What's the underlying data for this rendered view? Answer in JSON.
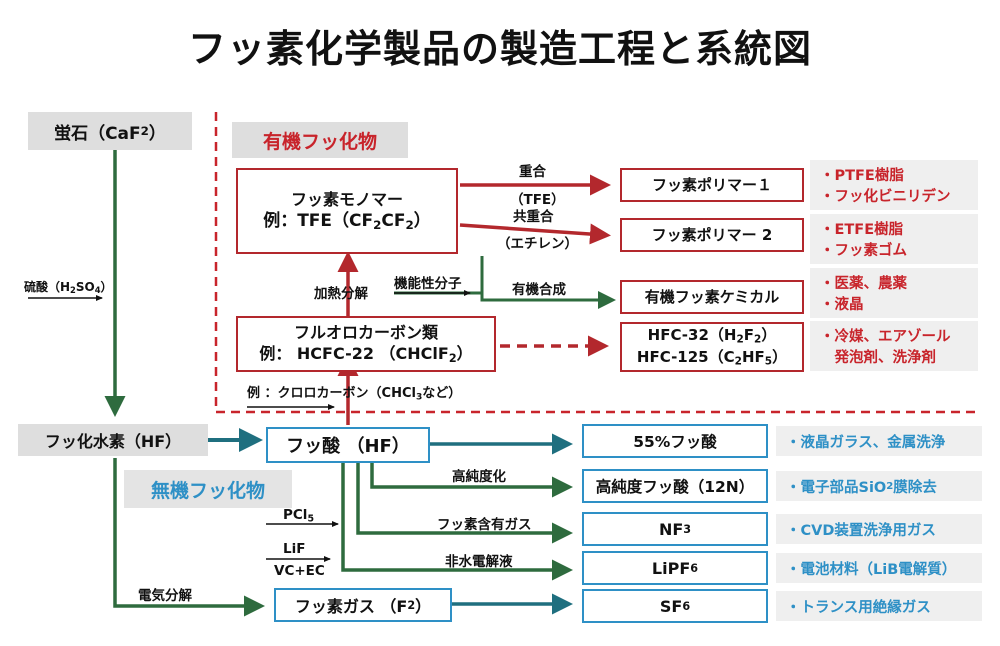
{
  "title": "フッ素化学製品の製造工程と系統図",
  "sections": {
    "organic": "有機フッ化物",
    "inorganic": "無機フッ化物"
  },
  "nodes": {
    "fluorite": "蛍石（CaF",
    "fluorite_sub": "2",
    "fluorite_end": "）",
    "hf_gas": "フッ化水素（HF）",
    "hf_acid": "フッ酸 （HF）",
    "monomer_line1": "フッ素モノマー",
    "monomer_line2_a": "例：TFE（CF",
    "monomer_line2_b": "CF",
    "monomer_line2_end": "）",
    "fc_line1": "フルオロカーボン類",
    "fc_line2_a": "例： HCFC-22 （CHClF",
    "fc_line2_end": "）",
    "polymer1": "フッ素ポリマー１",
    "polymer2": "フッ素ポリマー 2",
    "chemical": "有機フッ素ケミカル",
    "hfc_line1_a": "HFC-32（H",
    "hfc_line1_b": "F",
    "hfc_line1_end": "）",
    "hfc_line2_a": "HFC-125（C",
    "hfc_line2_b": "HF",
    "hfc_line2_end": "）",
    "hf55": "55%フッ酸",
    "hf12n": "高純度フッ酸（12N）",
    "nf3": "NF",
    "nf3_sub": "3",
    "lipf6": "LiPF",
    "lipf6_sub": "6",
    "f2": "フッ素ガス （F",
    "f2_sub": "2",
    "f2_end": "）",
    "sf6": "SF",
    "sf6_sub": "6"
  },
  "notes": {
    "polymer1": [
      "・PTFE樹脂",
      "・フッ化ビニリデン"
    ],
    "polymer2": [
      "・ETFE樹脂",
      "・フッ素ゴム"
    ],
    "chemical": [
      "・医薬、農薬",
      "・液晶"
    ],
    "hfc": [
      "・冷媒、エアゾール",
      "　発泡剤、洗浄剤"
    ],
    "hf55": "・液晶ガラス、金属洗浄",
    "hf12n_a": "・電子部品SiO",
    "hf12n_sub": "2",
    "hf12n_b": "膜除去",
    "nf3": "・CVD装置洗浄用ガス",
    "lipf6": "・電池材料（LiB電解質）",
    "sf6": "・トランス用絶縁ガス"
  },
  "labels": {
    "sulfuric_a": "硫酸（H",
    "sulfuric_b": "SO",
    "sulfuric_end": "）",
    "polymerize": "重合",
    "tfe": "（TFE）",
    "copolymerize": "共重合",
    "ethylene": "（エチレン）",
    "functional": "機能性分子",
    "organic_synth": "有機合成",
    "pyrolysis": "加熱分解",
    "chloro_a": "例 ：クロロカーボン（CHCl",
    "chloro_end": "など）",
    "high_purity": "高純度化",
    "f_gas": "フッ素含有ガス",
    "pcl5": "PCl",
    "pcl5_sub": "5",
    "lif": "LiF",
    "vcec": "VC+EC",
    "electrolyte": "非水電解液",
    "electrolysis": "電気分解"
  },
  "colors": {
    "red": "#b3282d",
    "blue": "#2e90c6",
    "green": "#2e6b3e",
    "teal": "#1f6f7f"
  }
}
